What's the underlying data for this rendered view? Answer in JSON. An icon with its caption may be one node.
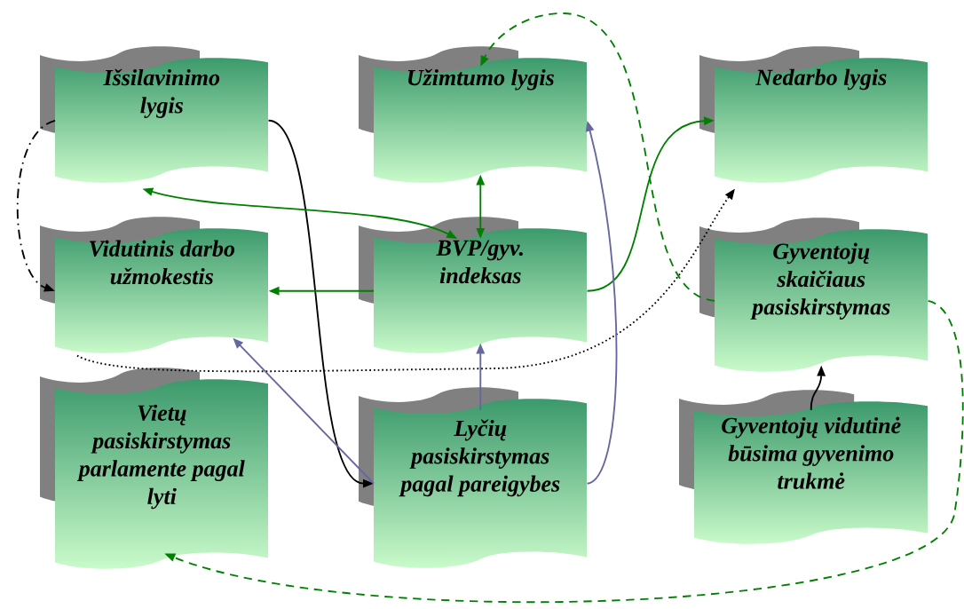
{
  "diagram": {
    "nodes": [
      {
        "text": [
          "Išsilavinimo lygis"
        ]
      },
      {
        "text": [
          "Užimtumo lygis"
        ]
      },
      {
        "text": [
          "Nedarbo lygis"
        ]
      },
      {
        "text": [
          "Vidutinis darbo užmokestis"
        ]
      },
      {
        "text": [
          "BVP/gyv. indeksas"
        ]
      },
      {
        "text": [
          "Gyventojų skaičiaus pasiskirstymas"
        ]
      },
      {
        "text": [
          "Vietų pasiskirstymas parlamente pagal lyti"
        ]
      },
      {
        "text": [
          "Lyčių pasiskirstymas pagal pareigybes"
        ]
      },
      {
        "text": [
          "Gyventojų vidutinė būsima gyvenimo trukmė"
        ]
      }
    ],
    "edges": [
      {
        "from": 0,
        "to": 7,
        "arrow": "to",
        "color": "#000000"
      },
      {
        "from": 0,
        "to": 3,
        "arrow": "to",
        "style": "dashed",
        "color": "#000000"
      },
      {
        "from": 4,
        "to": 0,
        "arrow": "both"
      },
      {
        "from": 4,
        "to": 1,
        "arrow": "both"
      },
      {
        "from": 4,
        "to": 3,
        "arrow": "to"
      },
      {
        "from": 4,
        "to": 2,
        "arrow": "to"
      },
      {
        "from": 3,
        "to": 2,
        "arrow": "to",
        "style": "dashed",
        "color": "#000000"
      },
      {
        "from": 5,
        "to": 1,
        "arrow": "to",
        "style": "dashed"
      },
      {
        "from": 5,
        "to": 6,
        "arrow": "to",
        "style": "dashed"
      },
      {
        "from": 7,
        "to": 3,
        "arrow": "to",
        "color": "#6666a0"
      },
      {
        "from": 7,
        "to": 4,
        "arrow": "to",
        "color": "#6666a0"
      },
      {
        "from": 7,
        "to": 1,
        "arrow": "to",
        "color": "#6666a0"
      },
      {
        "from": 8,
        "to": 5,
        "arrow": "to",
        "color": "#000000"
      }
    ]
  }
}
